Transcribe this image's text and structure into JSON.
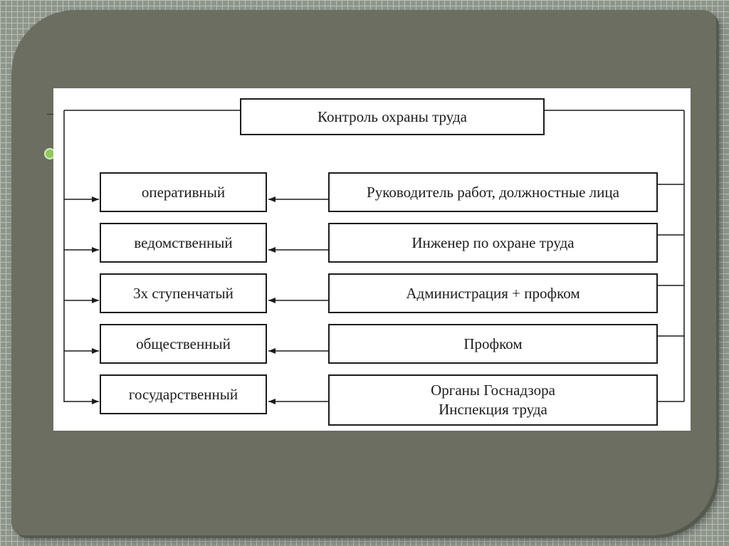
{
  "diagram": {
    "title": "Контроль охраны труда",
    "types": [
      "оперативный",
      "ведомственный",
      "3х ступенчатый",
      "общественный",
      "государственный"
    ],
    "agents": [
      "Руководитель работ, должностные лица",
      "Инженер по охране труда",
      "Администрация + профком",
      "Профком",
      "Органы Госнадзора\nИнспекция труда"
    ]
  },
  "colors": {
    "outer_frame": "#6c6e62",
    "grid_background": "#8e968c",
    "bullet": "#8fc860",
    "line": "#1c1c1c"
  }
}
